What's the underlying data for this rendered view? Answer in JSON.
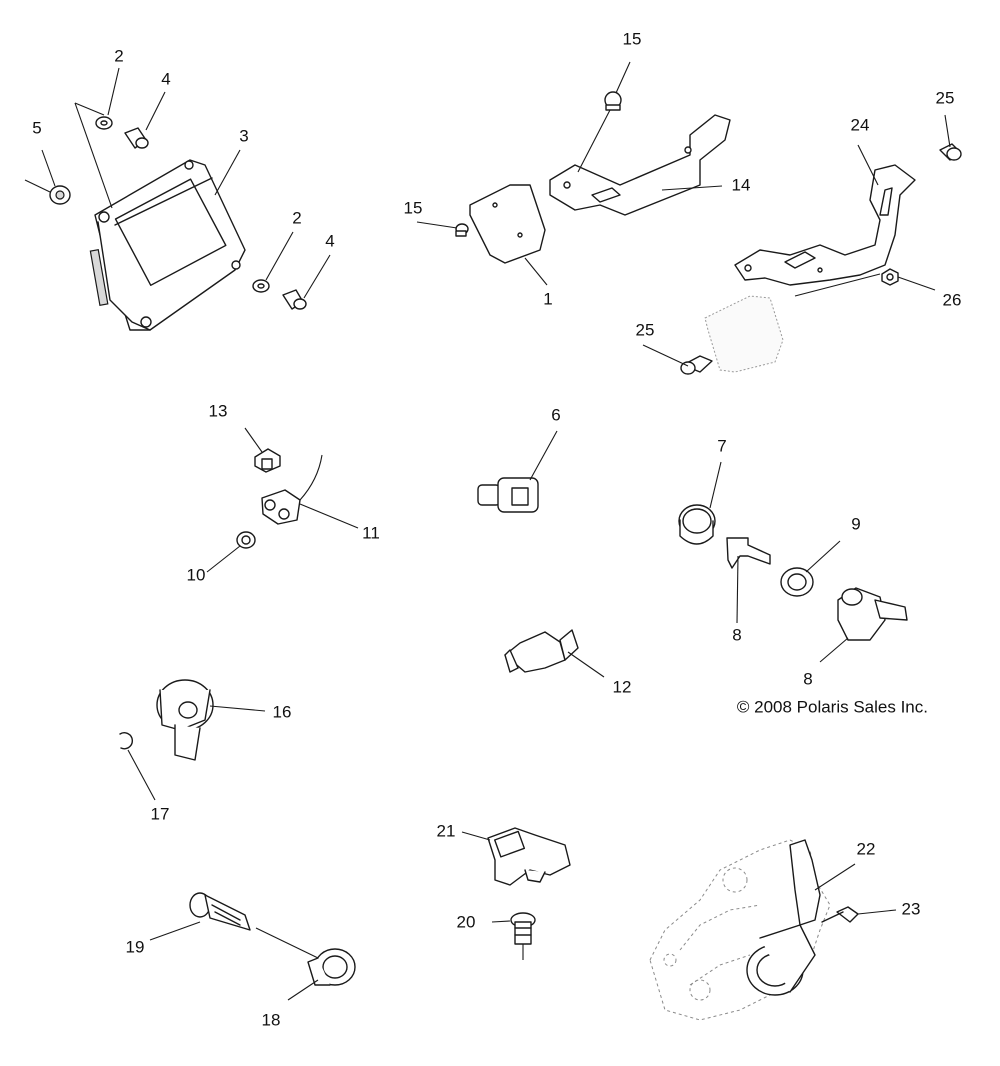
{
  "copyright": "© 2008 Polaris Sales Inc.",
  "callouts": {
    "c1": "1",
    "c2a": "2",
    "c2b": "2",
    "c3": "3",
    "c4a": "4",
    "c4b": "4",
    "c5": "5",
    "c6": "6",
    "c7": "7",
    "c8a": "8",
    "c8b": "8",
    "c9": "9",
    "c10": "10",
    "c11": "11",
    "c12": "12",
    "c13": "13",
    "c14": "14",
    "c15a": "15",
    "c15b": "15",
    "c16": "16",
    "c17": "17",
    "c18": "18",
    "c19": "19",
    "c20": "20",
    "c21": "21",
    "c22": "22",
    "c23": "23",
    "c24": "24",
    "c25a": "25",
    "c25b": "25",
    "c26": "26"
  }
}
